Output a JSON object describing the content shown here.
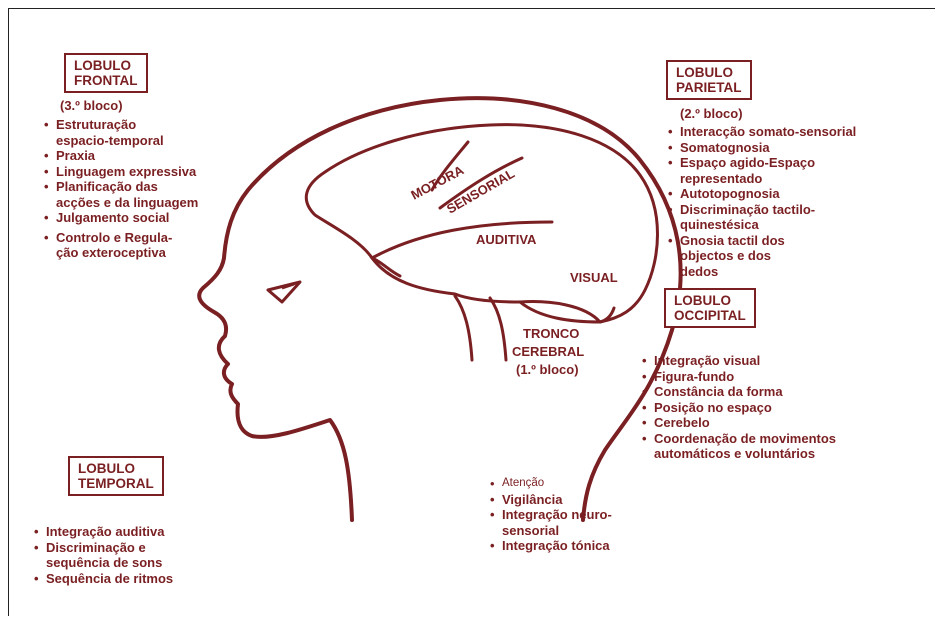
{
  "frontal": {
    "title": "LOBULO\nFRONTAL",
    "sub": "(3.º bloco)",
    "items": [
      "Estruturação\nespacio-temporal",
      "Praxia",
      "Linguagem expressiva",
      "Planificação das\nacções e da linguagem",
      "Julgamento social",
      "Controlo e Regula-\nção exteroceptiva"
    ]
  },
  "parietal": {
    "title": "LOBULO\nPARIETAL",
    "sub": "(2.º bloco)",
    "items": [
      "Interacção somato-sensorial",
      "Somatognosia",
      "Espaço agido-Espaço\nrepresentado",
      "Autotopognosia",
      "Discriminação tactilo-\nquinestésica",
      "Gnosia tactil dos\nobjectos e dos\ndedos"
    ]
  },
  "occipital": {
    "title": "LOBULO\nOCCIPITAL",
    "items": [
      "Integração visual",
      "Figura-fundo",
      "Constância da forma",
      "Posição no espaço",
      "Cerebelo",
      "Coordenação de movimentos\nautomáticos e voluntários"
    ]
  },
  "temporal": {
    "title": "LOBULO\nTEMPORAL",
    "items": [
      "Integração auditiva",
      "Discriminação e\nsequência de sons",
      "Sequência de ritmos"
    ]
  },
  "tronco": {
    "items": [
      "Atenção",
      "Vigilância",
      "Integração neuro-\nsensorial",
      "Integração tónica"
    ]
  },
  "brain_labels": {
    "motora": "MOTORA",
    "sensorial": "SENSORIAL",
    "auditiva": "AUDITIVA",
    "visual": "VISUAL",
    "tronco_1": "TRONCO",
    "tronco_2": "CEREBRAL",
    "tronco_3": "(1.º bloco)"
  },
  "colors": {
    "ink": "#7a1f22"
  }
}
